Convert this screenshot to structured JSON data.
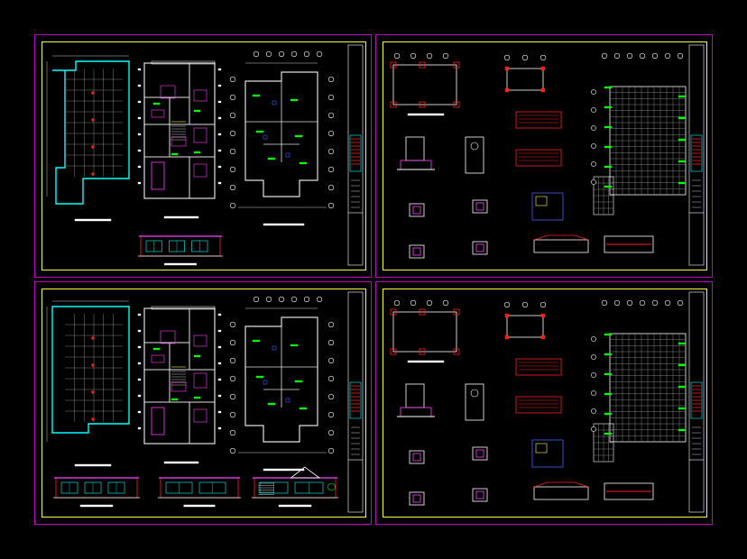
{
  "viewport": {
    "background": "#000000"
  },
  "colors": {
    "sheet_border": "#c000c0",
    "inner_border": "#ffff40",
    "wall": "#e0e0e0",
    "grid": "#808080",
    "red": "#ff2020",
    "magenta": "#ff40ff",
    "green": "#00ff00",
    "cyan": "#00ffff",
    "blue": "#4060ff",
    "white": "#ffffff",
    "yellow": "#ffff40"
  },
  "sheets": [
    {
      "id": "sheet-1",
      "kind": "architectural"
    },
    {
      "id": "sheet-2",
      "kind": "structural"
    },
    {
      "id": "sheet-3",
      "kind": "architectural-elevations"
    },
    {
      "id": "sheet-4",
      "kind": "structural"
    }
  ],
  "icons": {
    "grid_bubble": "grid-axis-bubble-icon",
    "north_arrow": "north-arrow-icon"
  }
}
